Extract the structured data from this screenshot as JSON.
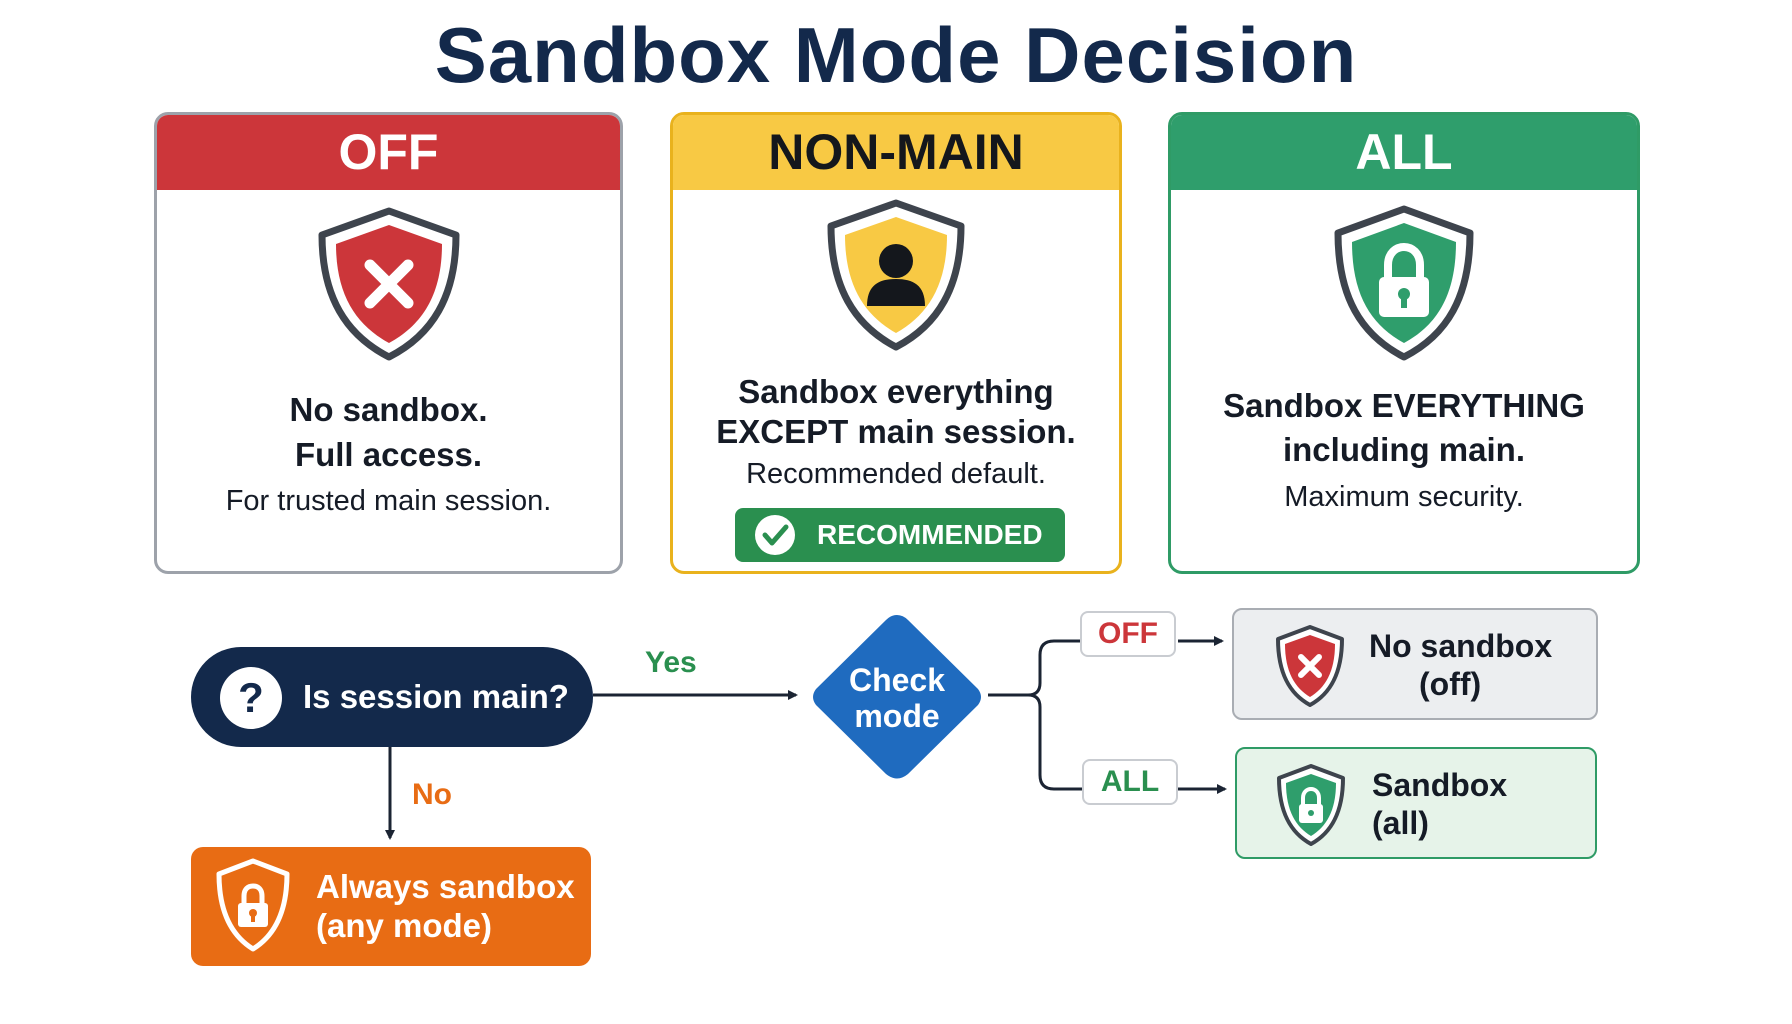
{
  "title": "Sandbox Mode Decision",
  "cards": {
    "off": {
      "header": "OFF",
      "line1": "No sandbox.",
      "line2": "Full access.",
      "line3": "For trusted main session.",
      "icon": "shield-x-icon",
      "color": "#cc363a"
    },
    "non_main": {
      "header": "NON-MAIN",
      "line1": "Sandbox everything",
      "line2": "EXCEPT main session.",
      "line3": "Recommended default.",
      "badge": "RECOMMENDED",
      "icon": "shield-user-icon",
      "color": "#f8c944"
    },
    "all": {
      "header": "ALL",
      "line1": "Sandbox EVERYTHING",
      "line2": "including main.",
      "line3": "Maximum security.",
      "icon": "shield-lock-icon",
      "color": "#2f9e6c"
    }
  },
  "flow": {
    "question": "Is session main?",
    "yes_label": "Yes",
    "no_label": "No",
    "decision_line1": "Check",
    "decision_line2": "mode",
    "branch_off": "OFF",
    "branch_all": "ALL",
    "result_off_line1": "No sandbox",
    "result_off_line2": "(off)",
    "result_all_line1": "Sandbox",
    "result_all_line2": "(all)",
    "always_line1": "Always sandbox",
    "always_line2": "(any mode)"
  },
  "colors": {
    "navy": "#13294b",
    "red": "#cc363a",
    "yellow": "#f8c944",
    "green": "#2f9e6c",
    "blue": "#1f6bbf",
    "orange": "#e86c14"
  }
}
